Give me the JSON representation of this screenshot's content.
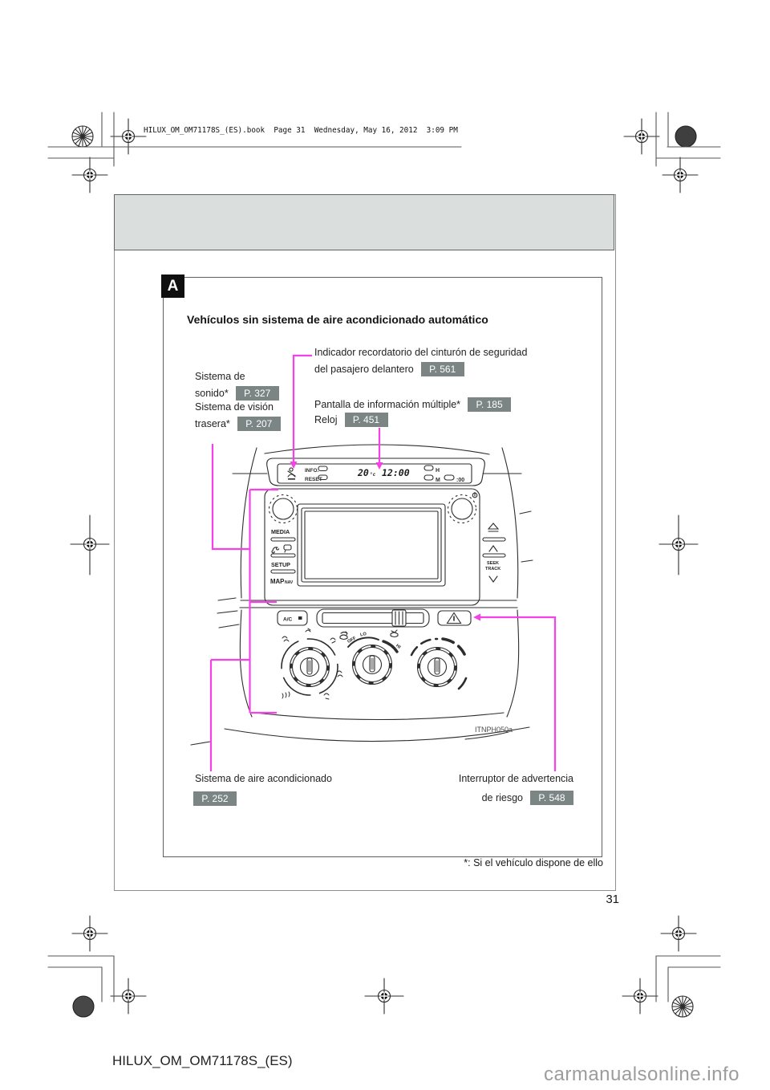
{
  "page": {
    "header_line": "HILUX_OM_OM71178S_(ES).book  Page 31  Wednesday, May 16, 2012  3:09 PM",
    "page_number": "31",
    "doc_id": "HILUX_OM_OM71178S_(ES)",
    "watermark": "carmanualsonline.info"
  },
  "colors": {
    "callout_pink": "#f640e8",
    "ref_box_bg": "#7a8584",
    "band_bg": "#dadfdd"
  },
  "figure": {
    "section_letter": "A",
    "title": "Vehículos sin sistema de aire acondicionado automático",
    "footnote": "*: Si el vehículo dispone de ello",
    "image_code": "ITNPH050a",
    "callouts": {
      "seatbelt_reminder": {
        "line1": "Indicador recordatorio del cinturón de seguridad",
        "line2": "del pasajero delantero",
        "page_ref": "P. 561"
      },
      "sound_system": {
        "line1": "Sistema de",
        "line2": "sonido*",
        "page_ref": "P. 327"
      },
      "rear_view": {
        "line1": "Sistema de visión",
        "line2": "trasera*",
        "page_ref": "P. 207"
      },
      "multi_info_display": {
        "label": "Pantalla de información múltiple*",
        "page_ref": "P. 185"
      },
      "clock": {
        "label": "Reloj",
        "page_ref": "P. 451"
      },
      "air_conditioning": {
        "label": "Sistema de aire acondicionado",
        "page_ref": "P. 252"
      },
      "hazard_switch": {
        "line1": "Interruptor de advertencia",
        "line2": "de riesgo",
        "page_ref": "P. 548"
      }
    }
  },
  "unit": {
    "info_label": "INFO.",
    "reset_label": "RESET",
    "temp_value": "20",
    "temp_unit": "°c",
    "time_value": "12:00",
    "hour_label": "H",
    "minute_label": "M",
    "colon00_label": ":00",
    "media_label": "MEDIA",
    "setup_label": "SETUP",
    "map_label": "MAP",
    "nav_label": "NAV",
    "seek_label": "SEEK",
    "track_label": "TRACK",
    "ac_label": "A/C",
    "fan_off_label": "OFF",
    "fan_lo_label": "LO",
    "fan_hi_label": "HI"
  }
}
